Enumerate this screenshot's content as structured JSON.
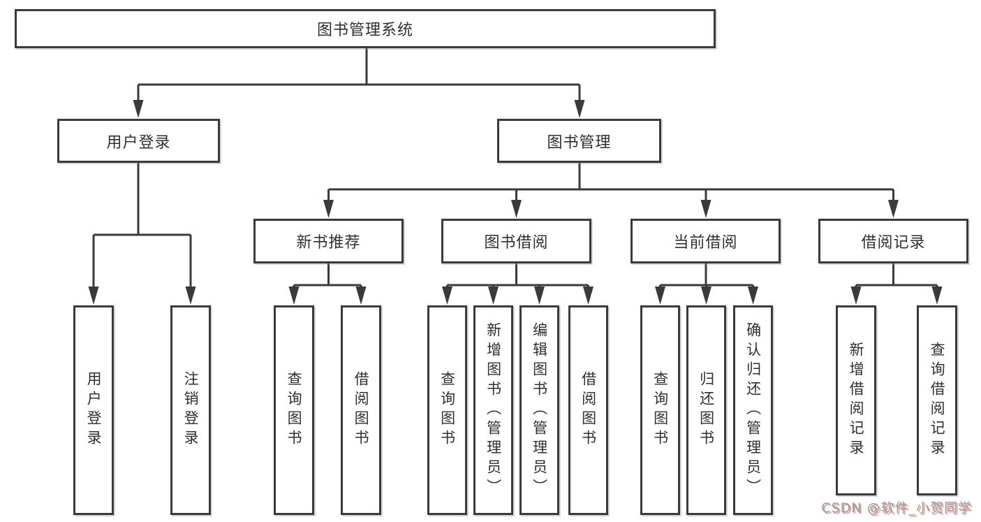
{
  "tree": {
    "label": "图书管理系统",
    "children": [
      {
        "label": "用户登录",
        "children": [
          {
            "label": "用户登录"
          },
          {
            "label": "注销登录"
          }
        ]
      },
      {
        "label": "图书管理",
        "children": [
          {
            "label": "新书推荐",
            "children": [
              {
                "label": "查询图书"
              },
              {
                "label": "借阅图书"
              }
            ]
          },
          {
            "label": "图书借阅",
            "children": [
              {
                "label": "查询图书"
              },
              {
                "label": "新增图书（管理员）"
              },
              {
                "label": "编辑图书（管理员）"
              },
              {
                "label": "借阅图书"
              }
            ]
          },
          {
            "label": "当前借阅",
            "children": [
              {
                "label": "查询图书"
              },
              {
                "label": "归还图书"
              },
              {
                "label": "确认归还（管理员）"
              }
            ]
          },
          {
            "label": "借阅记录",
            "children": [
              {
                "label": "新增借阅记录"
              },
              {
                "label": "查询借阅记录"
              }
            ]
          }
        ]
      }
    ]
  },
  "watermark": "CSDN @软件_小贺同学",
  "colors": {
    "line": "#3a3a3a",
    "text": "#2f2f2f",
    "background": "#ffffff",
    "watermark": "#9c9c9c",
    "watermark_shadow": "#e29a90"
  }
}
